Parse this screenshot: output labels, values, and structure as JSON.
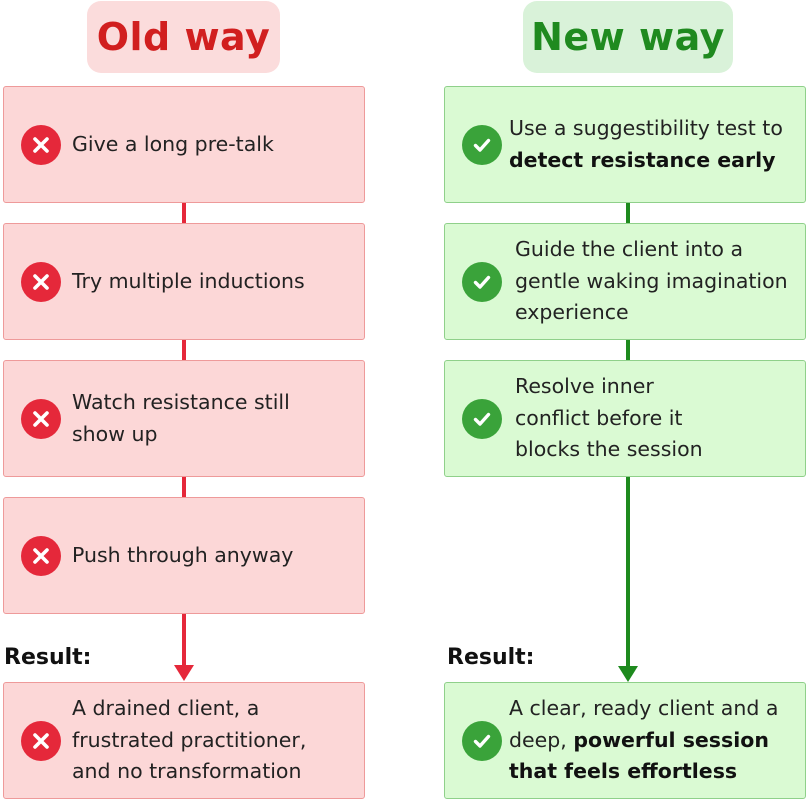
{
  "old": {
    "title": "Old way",
    "steps": [
      "Give a long pre-talk",
      "Try multiple inductions",
      "Watch resistance still show up",
      "Push through anyway"
    ],
    "result_label": "Result:",
    "result_text": "A drained client, a frustrated practitioner, and no transformation"
  },
  "new": {
    "title": "New way",
    "step1_plain": "Use a suggestibility test to",
    "step1_bold": "detect resistance early",
    "step2": "Guide the client into a gentle waking imagination experience",
    "step3": "Resolve inner conflict before it blocks the session",
    "result_label": "Result:",
    "result_plain": "A clear, ready client and a deep,",
    "result_bold": "powerful session that feels effortless"
  },
  "colors": {
    "old_accent": "#e5283a",
    "new_accent": "#3aa33a",
    "old_box": "#fcd7d7",
    "new_box": "#dafad3"
  },
  "icons": {
    "bad": "x-circle-icon",
    "good": "check-circle-icon"
  }
}
